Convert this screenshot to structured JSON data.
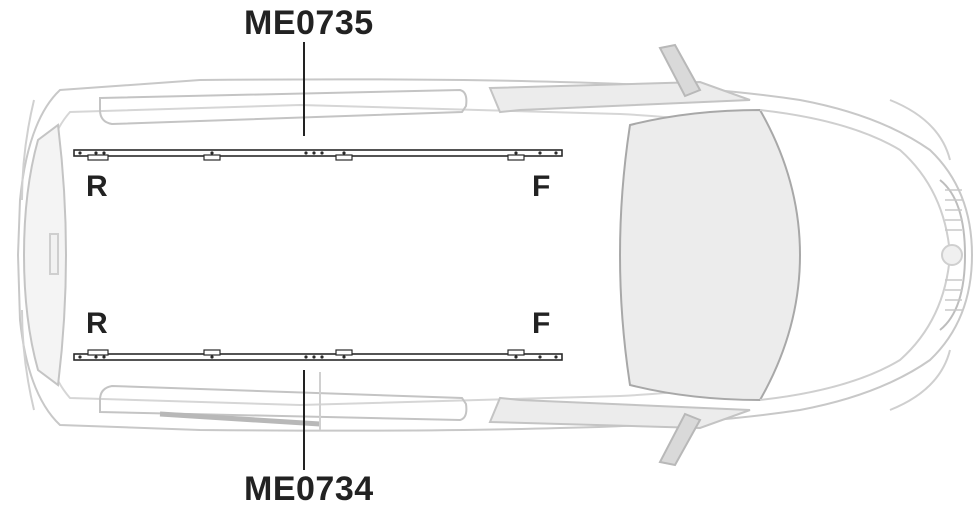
{
  "labels": {
    "top_part": "ME0735",
    "bottom_part": "ME0734",
    "rear_top": "R",
    "front_top": "F",
    "rear_bottom": "R",
    "front_bottom": "F"
  },
  "colors": {
    "outline": "#cfcfcf",
    "body_line": "#bdbdbd",
    "glass": "#ececec",
    "rail": "#2a2a2a",
    "leader": "#222222",
    "text": "#222222"
  },
  "icons": {
    "vehicle": "van-top-view-outline",
    "rail": "roof-rail-bar"
  }
}
